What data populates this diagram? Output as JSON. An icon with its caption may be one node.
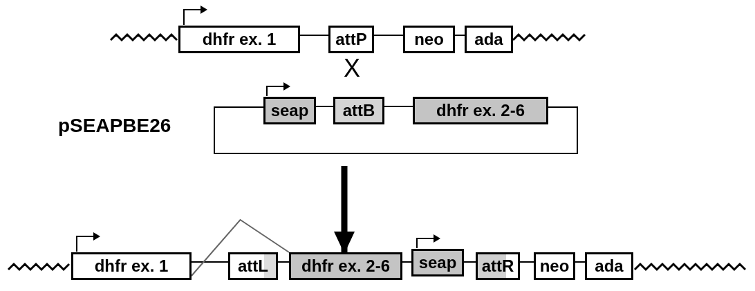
{
  "diagram": {
    "nodes": [
      {
        "text": [
          "dhfr ex. 1"
        ]
      },
      {
        "text": [
          "attP"
        ]
      },
      {
        "text": [
          "neo"
        ]
      },
      {
        "text": [
          "ada"
        ]
      },
      {
        "text": [
          "seap"
        ]
      },
      {
        "text": [
          "attB"
        ]
      },
      {
        "text": [
          "dhfr ex. 2-6"
        ]
      },
      {
        "text": [
          "dhfr ex. 1"
        ]
      },
      {
        "text": [
          "attL"
        ]
      },
      {
        "text": [
          "dhfr ex. 2-6"
        ]
      },
      {
        "text": [
          "seap"
        ]
      },
      {
        "text": [
          "attR"
        ]
      },
      {
        "text": [
          "neo"
        ]
      },
      {
        "text": [
          "ada"
        ]
      }
    ],
    "edges": [
      {
        "from": 0,
        "to": 1,
        "arrow": "none"
      },
      {
        "from": 1,
        "to": 2,
        "arrow": "none"
      },
      {
        "from": 2,
        "to": 3,
        "arrow": "none"
      },
      {
        "from": 4,
        "to": 5,
        "arrow": "none"
      },
      {
        "from": 5,
        "to": 6,
        "arrow": "none"
      },
      {
        "from": 4,
        "to": 6,
        "arrow": "none"
      },
      {
        "from": null,
        "to": 9,
        "arrow": "to",
        "style": "thick"
      },
      {
        "from": 7,
        "to": 8,
        "arrow": "none"
      },
      {
        "from": 8,
        "to": 9,
        "arrow": "none"
      },
      {
        "from": 9,
        "to": 10,
        "arrow": "none"
      },
      {
        "from": 10,
        "to": 11,
        "arrow": "none"
      },
      {
        "from": 11,
        "to": 12,
        "arrow": "none"
      },
      {
        "from": 12,
        "to": 13,
        "arrow": "none"
      },
      {
        "from": 7,
        "to": 9,
        "arrow": "none",
        "color": "#666666"
      }
    ],
    "labels": [
      "X",
      "pSEAPBE26"
    ]
  }
}
